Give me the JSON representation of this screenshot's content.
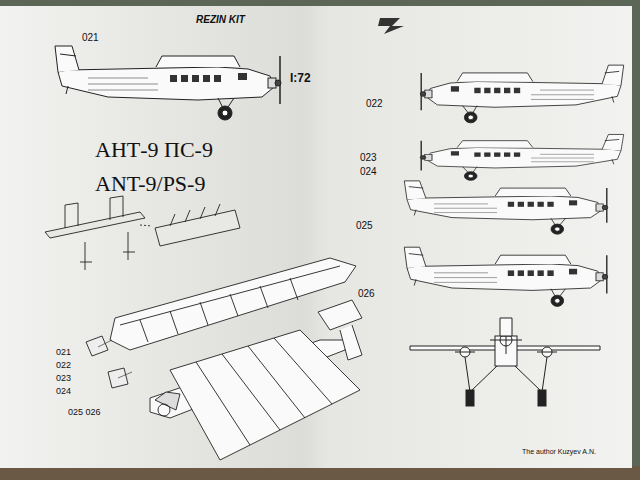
{
  "diagram": {
    "title": "REZIN KIT",
    "labels": [
      "021",
      "I:72",
      "АНТ-9 ПС-9",
      "ANT-9/PS-9",
      "022",
      "023",
      "024",
      "025",
      "026",
      "021",
      "022",
      "023",
      "024",
      "025 026",
      "The author Kuzyev A.N."
    ]
  }
}
